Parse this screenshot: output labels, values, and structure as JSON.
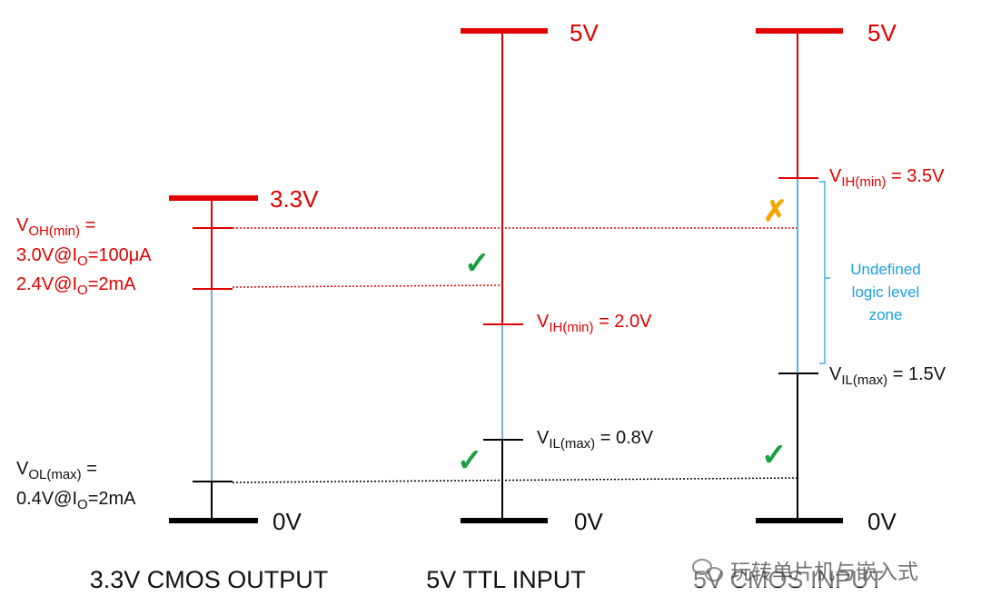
{
  "columns": {
    "cmos33_output": {
      "title": "3.3V CMOS OUTPUT",
      "top_rail": "3.3V",
      "ground": "0V",
      "voh_sym": "V",
      "voh_sub": "OH(min)",
      "voh_eq": " =",
      "voh_line2_a": "3.0V@I",
      "voh_line2_sub": "O",
      "voh_line2_b": "=100μA",
      "voh_line3_a": "2.4V@I",
      "voh_line3_sub": "O",
      "voh_line3_b": "=2mA",
      "vol_sym": "V",
      "vol_sub": "OL(max)",
      "vol_eq": " =",
      "vol_line2_a": "0.4V@I",
      "vol_line2_sub": "O",
      "vol_line2_b": "=2mA"
    },
    "ttl5_input": {
      "title": "5V TTL INPUT",
      "top_rail": "5V",
      "ground": "0V",
      "vih_sym": "V",
      "vih_sub": "IH(min)",
      "vih_val": " = 2.0V",
      "vil_sym": "V",
      "vil_sub": "IL(max)",
      "vil_val": " = 0.8V"
    },
    "cmos5_input": {
      "title": "5V CMOS INPUT",
      "top_rail": "5V",
      "ground": "0V",
      "vih_sym": "V",
      "vih_sub": "IH(min)",
      "vih_val": " = 3.5V",
      "vil_sym": "V",
      "vil_sub": "IL(max)",
      "vil_val": " = 1.5V",
      "zone_line1": "Undefined",
      "zone_line2": "logic level",
      "zone_line3": "zone"
    }
  },
  "marks": {
    "check": "✓",
    "cross": "✗"
  },
  "watermark": "玩转单片机与嵌入式",
  "colors": {
    "rail": "#e00000",
    "ground": "#000000",
    "undefined": "#1aa0e0",
    "check": "#1aa040",
    "cross": "#f0a800"
  }
}
